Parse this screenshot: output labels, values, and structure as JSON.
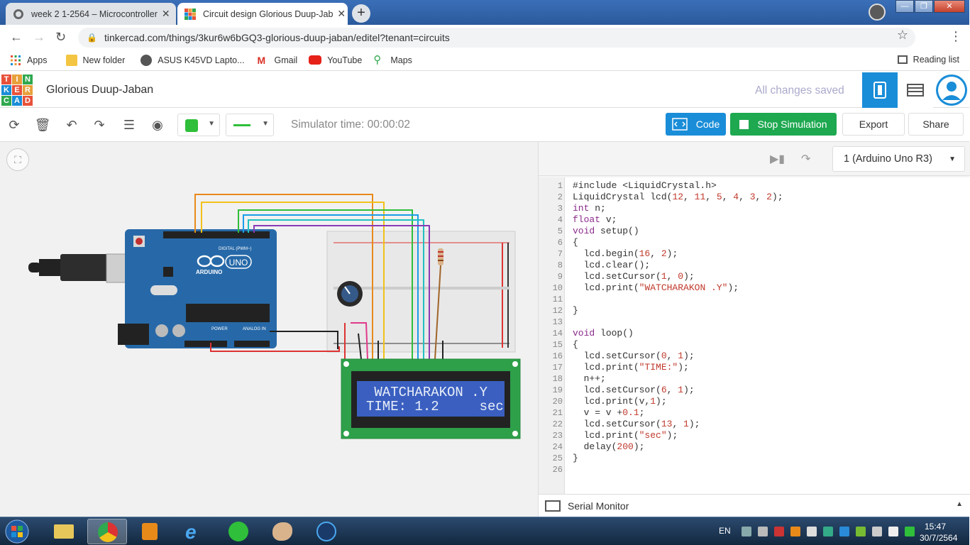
{
  "browser": {
    "tabs": [
      {
        "title": "week 2 1-2564 – Microcontroller",
        "active": false
      },
      {
        "title": "Circuit design Glorious Duup-Jab",
        "active": true
      }
    ],
    "url": "tinkercad.com/things/3kur6w6bGQ3-glorious-duup-jaban/editel?tenant=circuits",
    "bookmarks": [
      "Apps",
      "New folder",
      "ASUS K45VD Lapto...",
      "Gmail",
      "YouTube",
      "Maps"
    ],
    "reading_list": "Reading list"
  },
  "header": {
    "logo_letters": [
      "T",
      "I",
      "N",
      "K",
      "E",
      "R",
      "C",
      "A",
      "D"
    ],
    "project_title": "Glorious Duup-Jaban",
    "save_status": "All changes saved"
  },
  "toolbar": {
    "sim_time": "Simulator time: 00:00:02",
    "code_label": "Code",
    "stop_label": "Stop Simulation",
    "export_label": "Export",
    "share_label": "Share"
  },
  "circuit": {
    "arduino_label": "ARDUINO",
    "uno_label": "UNO",
    "digital_label": "DIGITAL (PWM~)",
    "power_label": "POWER",
    "analog_label": "ANALOG IN",
    "lcd_line1": " WATCHARAKON .Y",
    "lcd_line2": "TIME: 1.2     sec"
  },
  "code_panel": {
    "board": "1 (Arduino Uno R3)",
    "serial_monitor": "Serial Monitor",
    "lines": [
      "#include <LiquidCrystal.h>",
      "LiquidCrystal lcd(12, 11, 5, 4, 3, 2);",
      "int n;",
      "float v;",
      "void setup()",
      "{",
      "  lcd.begin(16, 2);",
      "  lcd.clear();",
      "  lcd.setCursor(1, 0);",
      "  lcd.print(\"WATCHARAKON .Y\");",
      "",
      "}",
      "",
      "void loop()",
      "{",
      "  lcd.setCursor(0, 1);",
      "  lcd.print(\"TIME:\");",
      "  n++;",
      "  lcd.setCursor(6, 1);",
      "  lcd.print(v,1);",
      "  v = v +0.1;",
      "  lcd.setCursor(13, 1);",
      "  lcd.print(\"sec\");",
      "  delay(200);",
      "}",
      ""
    ]
  },
  "taskbar": {
    "lang": "EN",
    "time": "15:47",
    "date": "30/7/2564"
  }
}
